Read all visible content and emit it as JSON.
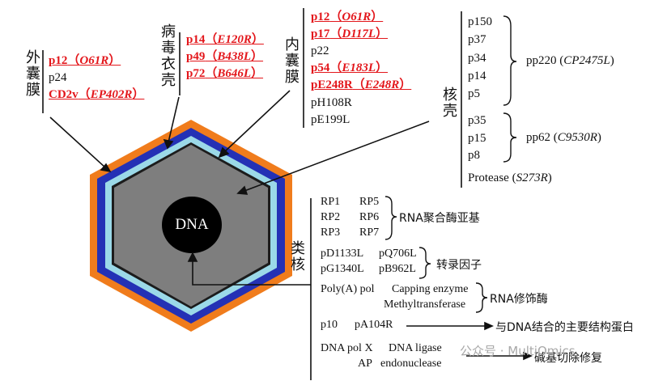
{
  "labels": {
    "outer_envelope": [
      "外",
      "囊",
      "膜"
    ],
    "capsid": [
      "病",
      "毒",
      "衣",
      "壳"
    ],
    "inner_envelope": [
      "内",
      "囊",
      "膜"
    ],
    "core_shell": [
      "核",
      "壳"
    ],
    "nucleoid": [
      "类",
      "核"
    ],
    "dna": "DNA"
  },
  "outer_envelope_proteins": [
    {
      "name": "p12",
      "gene": "O61R",
      "highlight": true
    },
    {
      "name": "p24",
      "gene": "",
      "highlight": false
    },
    {
      "name": "CD2v",
      "gene": "EP402R",
      "highlight": true
    }
  ],
  "capsid_proteins": [
    {
      "name": "p14",
      "gene": "E120R",
      "highlight": true
    },
    {
      "name": "p49",
      "gene": "B438L",
      "highlight": true
    },
    {
      "name": "p72",
      "gene": "B646L",
      "highlight": true
    }
  ],
  "inner_envelope_proteins": [
    {
      "name": "p12",
      "gene": "O61R",
      "highlight": true
    },
    {
      "name": "p17",
      "gene": "D117L",
      "highlight": true
    },
    {
      "name": "p22",
      "gene": "",
      "highlight": false
    },
    {
      "name": "p54",
      "gene": "E183L",
      "highlight": true
    },
    {
      "name": "pE248R",
      "gene": "E248R",
      "highlight": true
    },
    {
      "name": "pH108R",
      "gene": "",
      "highlight": false
    },
    {
      "name": "pE199L",
      "gene": "",
      "highlight": false
    }
  ],
  "core_shell": {
    "pp220_members": [
      "p150",
      "p37",
      "p34",
      "p14",
      "p5"
    ],
    "pp220_label": "pp220",
    "pp220_gene": "CP2475L",
    "pp62_members": [
      "p35",
      "p15",
      "p8"
    ],
    "pp62_label": "pp62",
    "pp62_gene": "C9530R",
    "protease_label": "Protease",
    "protease_gene": "S273R"
  },
  "nucleoid": {
    "rna_pol_subunits": [
      "RP1",
      "RP5",
      "RP2",
      "RP6",
      "RP3",
      "RP7"
    ],
    "rna_pol_category": "RNA聚合酶亚基",
    "transcription_factors": [
      "pD1133L",
      "pQ706L",
      "pG1340L",
      "pB962L"
    ],
    "tf_category": "转录因子",
    "rna_modifying": [
      "Poly(A) pol",
      "Capping enzyme",
      "Methyltransferase"
    ],
    "rna_modifying_category": "RNA修饰酶",
    "dna_binding": [
      "p10",
      "pA104R"
    ],
    "dna_binding_category": "与DNA结合的主要结构蛋白",
    "repair": [
      "DNA pol X",
      "DNA ligase",
      "AP",
      "endonuclease"
    ],
    "repair_category": "碱基切除修复"
  },
  "watermark": "公众号 · MultiOmics",
  "colors": {
    "outer": "#f07c1c",
    "blue": "#2431b5",
    "light_blue": "#9bd9e8",
    "core_gray": "#7e7e7e",
    "highlight_red": "#e3161b"
  }
}
